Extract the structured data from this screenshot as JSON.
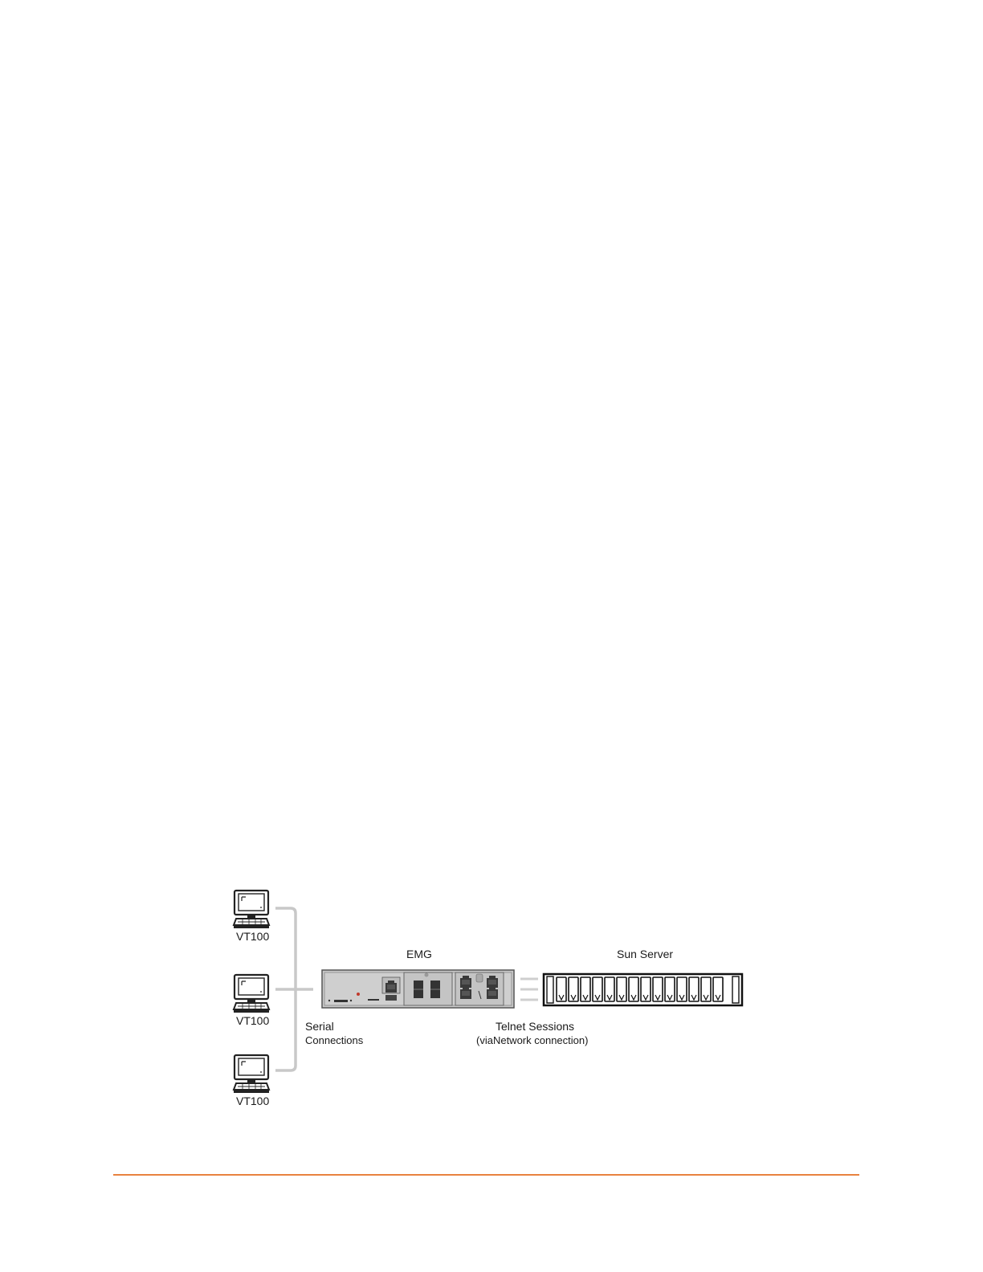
{
  "diagram": {
    "terminals": [
      {
        "label": "VT100"
      },
      {
        "label": "VT100"
      },
      {
        "label": "VT100"
      }
    ],
    "emg": {
      "label": "EMG"
    },
    "server": {
      "label": "Sun Server"
    },
    "serial_label": {
      "line1": "Serial",
      "line2": "Connections"
    },
    "telnet_label": {
      "line1": "Telnet Sessions",
      "line2": "(viaNetwork connection)"
    }
  },
  "colors": {
    "accent_rule": "#e8823f",
    "connector": "#c8c8c8",
    "device_body": "#c9c9c9"
  }
}
